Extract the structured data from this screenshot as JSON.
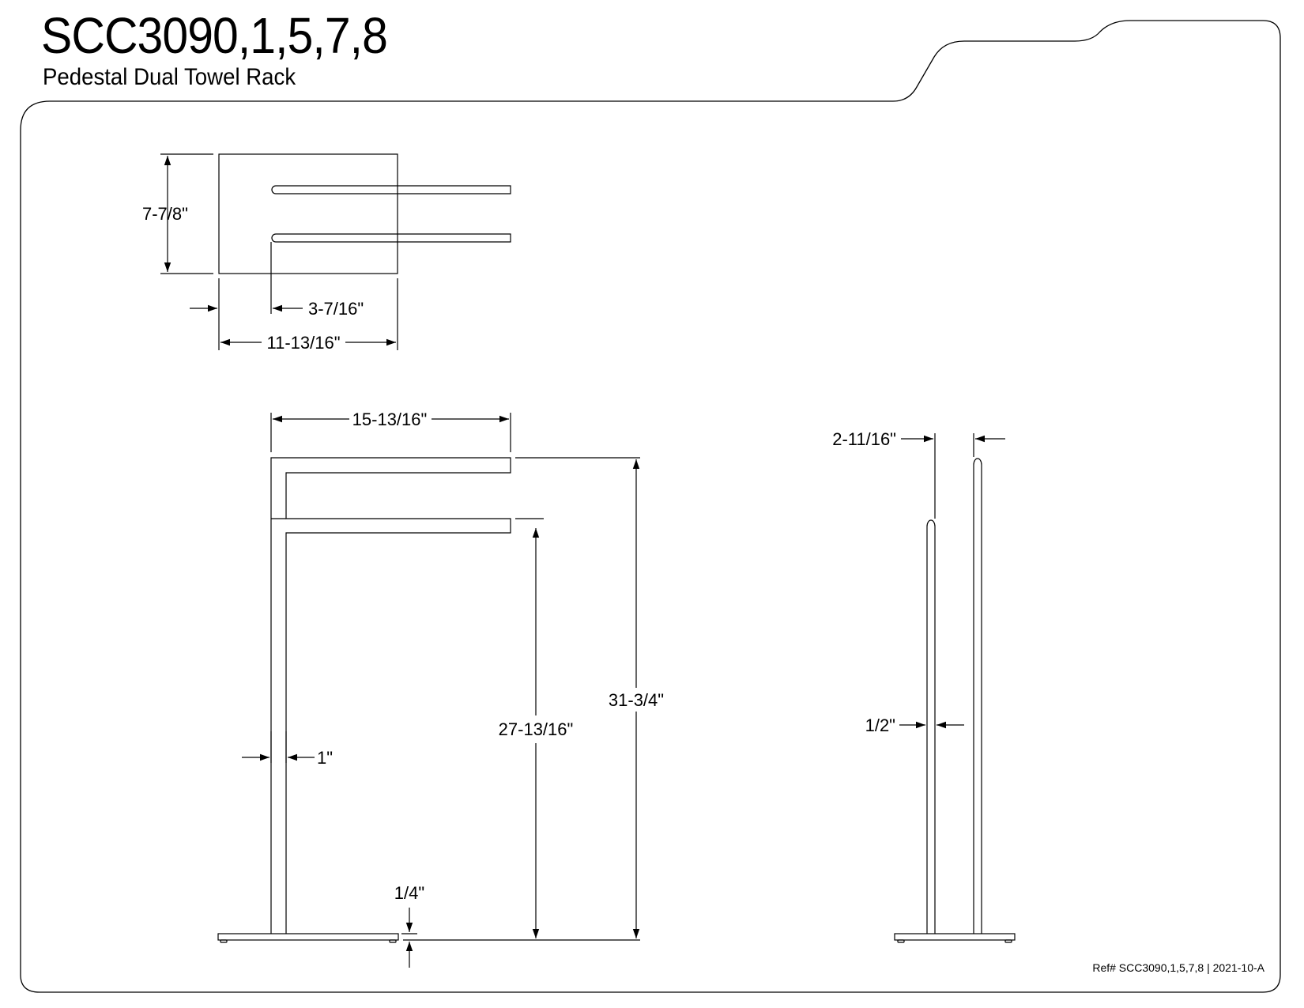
{
  "header": {
    "model": "SCC3090,1,5,7,8",
    "product_name": "Pedestal Dual Towel Rack"
  },
  "top_view": {
    "depth_label": "7-7/8\"",
    "bar_offset_label": "3-7/16\"",
    "base_width_label": "11-13/16\""
  },
  "front_view": {
    "arm_length_label": "15-13/16\"",
    "overall_height_label": "31-3/4\"",
    "lower_bar_height_label": "27-13/16\"",
    "post_width_label": "1\"",
    "base_thickness_label": "1/4\""
  },
  "side_view": {
    "post_spacing_label": "2-11/16\"",
    "post_depth_label": "1/2\""
  },
  "footer": {
    "reference": "Ref# SCC3090,1,5,7,8 | 2021-10-A"
  }
}
